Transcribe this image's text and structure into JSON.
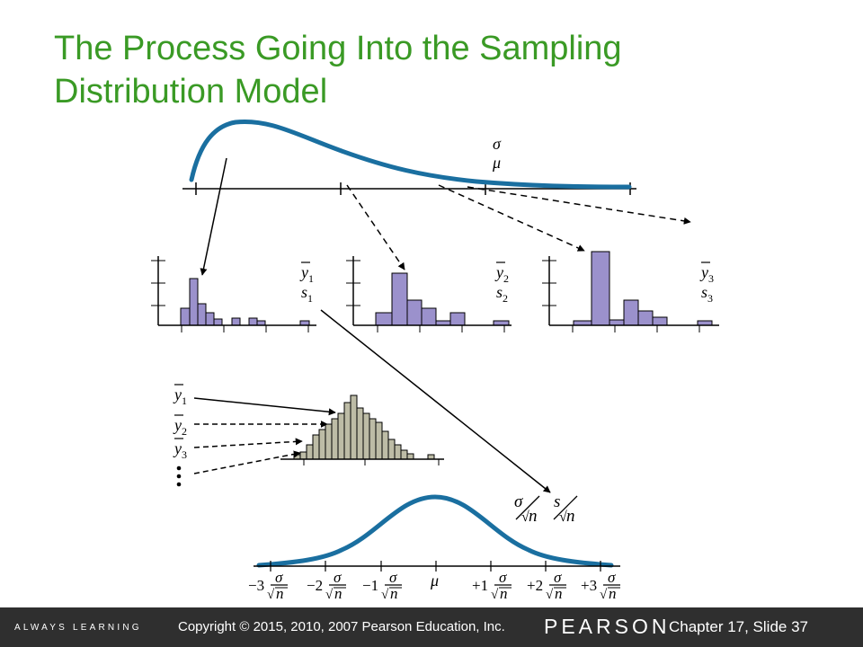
{
  "slide": {
    "title_line1": "The Process Going Into the Sampling",
    "title_line2": "Distribution Model"
  },
  "population": {
    "sigma_label": "σ",
    "mu_label": "μ"
  },
  "samples": [
    {
      "mean_label": "y",
      "mean_sub": "1",
      "sd_label": "s",
      "sd_sub": "1"
    },
    {
      "mean_label": "y",
      "mean_sub": "2",
      "sd_label": "s",
      "sd_sub": "2"
    },
    {
      "mean_label": "y",
      "mean_sub": "3",
      "sd_label": "s",
      "sd_sub": "3"
    }
  ],
  "means_list": [
    {
      "label": "y",
      "sub": "1"
    },
    {
      "label": "y",
      "sub": "2"
    },
    {
      "label": "y",
      "sub": "3"
    }
  ],
  "standard_errors": {
    "sigma_form": {
      "num": "σ",
      "den": "n"
    },
    "s_form": {
      "num": "s",
      "den": "n"
    }
  },
  "sampling_axis": {
    "mu_label": "μ",
    "ticks": [
      {
        "coef": "−3",
        "num": "σ",
        "den": "n"
      },
      {
        "coef": "−2",
        "num": "σ",
        "den": "n"
      },
      {
        "coef": "−1",
        "num": "σ",
        "den": "n"
      },
      {
        "coef": "+1",
        "num": "σ",
        "den": "n"
      },
      {
        "coef": "+2",
        "num": "σ",
        "den": "n"
      },
      {
        "coef": "+3",
        "num": "σ",
        "den": "n"
      }
    ]
  },
  "footer": {
    "tagline": "ALWAYS LEARNING",
    "copyright": "Copyright © 2015, 2010, 2007 Pearson Education, Inc.",
    "brand": "PEARSON",
    "slide_number": "Chapter 17, Slide 37"
  },
  "colors": {
    "title": "#3a9a25",
    "curve": "#1a6fa0",
    "sample_bar": "#9b91cc",
    "means_bar": "#bdbca6",
    "footer_bg": "#2f2f2f"
  }
}
